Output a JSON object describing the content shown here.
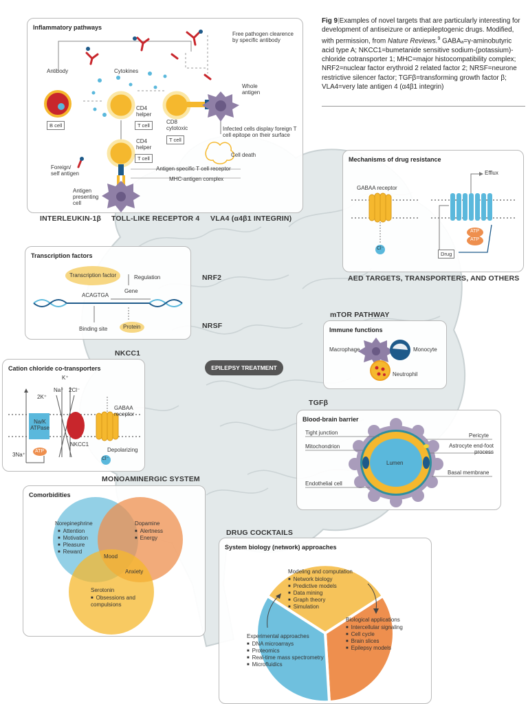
{
  "caption": {
    "fig_label": "Fig 9",
    "text": "Examples of novel targets that are particularly interesting for development of antiseizure or antiepileptogenic drugs. Modified, with permission, from ",
    "source": "Nature Reviews.",
    "ref": "9",
    "abbreviations": " GABAₐ=γ-aminobutyric acid type A; NKCC1=bumetanide sensitive sodium-(potassium)-chloride cotransporter 1; MHC=major histocompatibility complex; NRF2=nuclear factor erythroid 2 related factor 2; NRSF=neurone restrictive silencer factor; TGFβ=transforming growth factor β; VLA4=very late antigen 4 (α4β1 integrin)"
  },
  "center_pill": "EPILEPSY TREATMENT",
  "section_labels": {
    "interleukin": "INTERLEUKIN-1β",
    "toll": "TOLL-LIKE RECEPTOR 4",
    "vla4": "VLA4 (α4β1 INTEGRIN)",
    "aed": "AED TARGETS, TRANSPORTERS, AND OTHERS",
    "nrf2": "NRF2",
    "nrsf": "NRSF",
    "nkcc1": "NKCC1",
    "mtor": "mTOR PATHWAY",
    "tgfb": "TGFβ",
    "monoaminergic": "MONOAMINERGIC SYSTEM",
    "cocktails": "DRUG COCKTAILS"
  },
  "inflammatory": {
    "title": "Inflammatory pathways",
    "antibody": "Antibody",
    "cytokines": "Cytokines",
    "free_pathogen": "Free pathogen clearence by specific antibody",
    "whole_antigen": "Whole antigen",
    "b_cell": "B cell",
    "cd4_helper_1": "CD4 helper",
    "t_cell_1": "T cell",
    "cd8": "CD8 cytotoxic",
    "t_cell_2": "T cell",
    "infected": "Infected cells display foreign T cell epitope on their surface",
    "cell_death": "Cell death",
    "cd4_helper_2": "CD4 helper",
    "t_cell_3": "T cell",
    "foreign": "Foreign/ self antigen",
    "tcr": "Antigen specific T cell receptor",
    "mhc": "MHC-antigen complex",
    "apc": "Antigen presenting cell"
  },
  "resistance": {
    "title": "Mechanisms of drug resistance",
    "gaba_receptor": "GABAA receptor",
    "cl": "Cl⁻",
    "efflux": "Efflux",
    "atp1": "ATP",
    "atp2": "ATP",
    "drug": "Drug"
  },
  "transcription": {
    "title": "Transcription factors",
    "factor": "Transcription factor",
    "regulation": "Regulation",
    "gene": "Gene",
    "seq": "ACAGTGA",
    "binding": "Binding site",
    "protein": "Protein"
  },
  "immune": {
    "title": "Immune functions",
    "macrophage": "Macrophage",
    "monocyte": "Monocyte",
    "neutrophil": "Neutrophil"
  },
  "cation": {
    "title": "Cation chloride co-transporters",
    "k": "K⁺",
    "na": "Na⁺",
    "cl2": "2Cl⁻",
    "k2": "2K⁺",
    "nak": "Na/K ATPase",
    "nkcc1": "NKCC1",
    "gaba": "GABAA receptor",
    "atp": "ATP",
    "na3": "3Na⁺",
    "depolarizing": "Depolarizing",
    "cl": "Cl⁻"
  },
  "bbb": {
    "title": "Blood-brain barrier",
    "tight": "Tight junction",
    "mito": "Mitochondrion",
    "endo": "Endothelial cell",
    "pericyte": "Pericyte",
    "astro": "Astrocyte end-foot process",
    "basal": "Basal membrane",
    "lumen": "Lumen"
  },
  "comorbidities": {
    "title": "Comorbidities",
    "norepinephrine": "Norepinephrine",
    "ne_items": [
      "Attention",
      "Motivation",
      "Pleasure",
      "Reward"
    ],
    "dopamine": "Dopamine",
    "da_items": [
      "Alertness",
      "Energy"
    ],
    "mood": "Mood",
    "anxiety": "Anxiety",
    "serotonin": "Serotonin",
    "se_items": [
      "Obsessions and compulsions"
    ]
  },
  "systems": {
    "title": "System biology (network) approaches",
    "modeling": "Modeling and computation",
    "modeling_items": [
      "Network biology",
      "Predictive models",
      "Data mining",
      "Graph theory",
      "Simulation"
    ],
    "bio": "Biological applications",
    "bio_items": [
      "Intercellular signaling",
      "Cell cycle",
      "Brain slices",
      "Epilepsy models"
    ],
    "exp": "Experimental approaches",
    "exp_items": [
      "DNA microarrays",
      "Proteomics",
      "Real-time mass spectrometry",
      "Microfluidics"
    ]
  },
  "colors": {
    "brain": "#e3e9ea",
    "yellow": "#f5b82e",
    "purple": "#8f7fa6",
    "red": "#c8262c",
    "blue": "#5ab8dc",
    "orange": "#ee8f4e",
    "navy": "#1e5a8a"
  }
}
